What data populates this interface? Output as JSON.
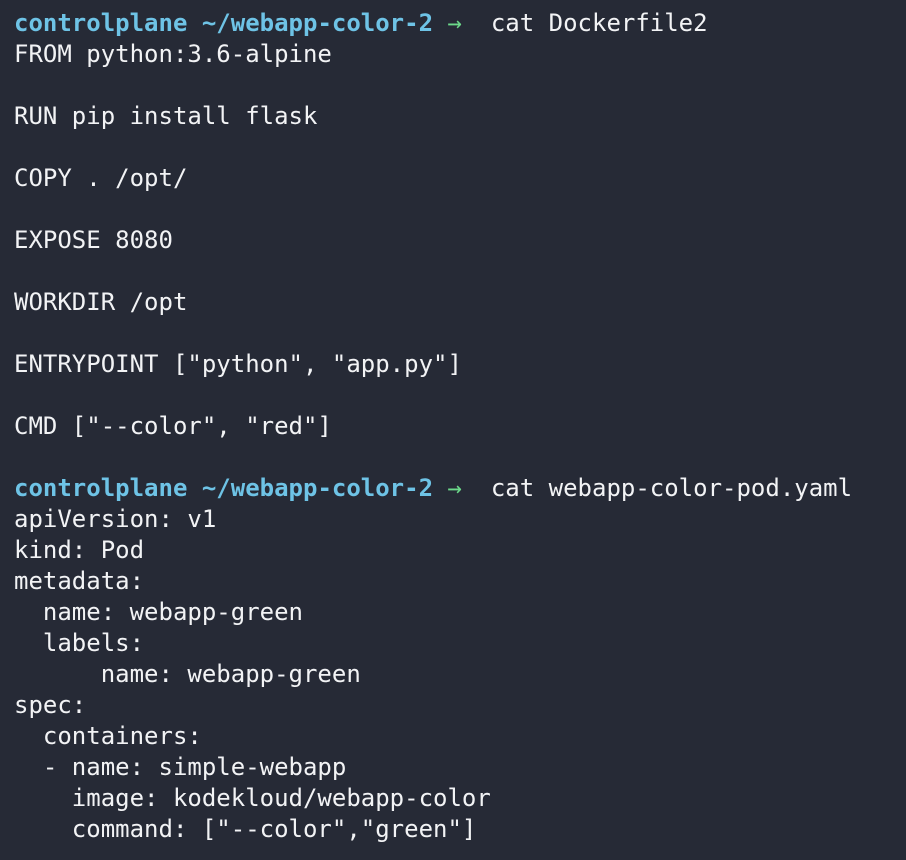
{
  "terminal": {
    "blocks": [
      {
        "prompt": {
          "host": "controlplane",
          "path": "~/webapp-color-2",
          "arrow": "→"
        },
        "command": "cat Dockerfile2",
        "output": [
          "FROM python:3.6-alpine",
          "",
          "RUN pip install flask",
          "",
          "COPY . /opt/",
          "",
          "EXPOSE 8080",
          "",
          "WORKDIR /opt",
          "",
          "ENTRYPOINT [\"python\", \"app.py\"]",
          "",
          "CMD [\"--color\", \"red\"]",
          ""
        ]
      },
      {
        "prompt": {
          "host": "controlplane",
          "path": "~/webapp-color-2",
          "arrow": "→"
        },
        "command": "cat webapp-color-pod.yaml",
        "output": [
          "apiVersion: v1",
          "kind: Pod",
          "metadata:",
          "  name: webapp-green",
          "  labels:",
          "      name: webapp-green",
          "spec:",
          "  containers:",
          "  - name: simple-webapp",
          "    image: kodekloud/webapp-color",
          "    command: [\"--color\",\"green\"]"
        ]
      }
    ]
  },
  "colors": {
    "background": "#262a36",
    "prompt": "#6ec3e6",
    "arrow": "#6cd98a",
    "text": "#f2f3f5"
  }
}
